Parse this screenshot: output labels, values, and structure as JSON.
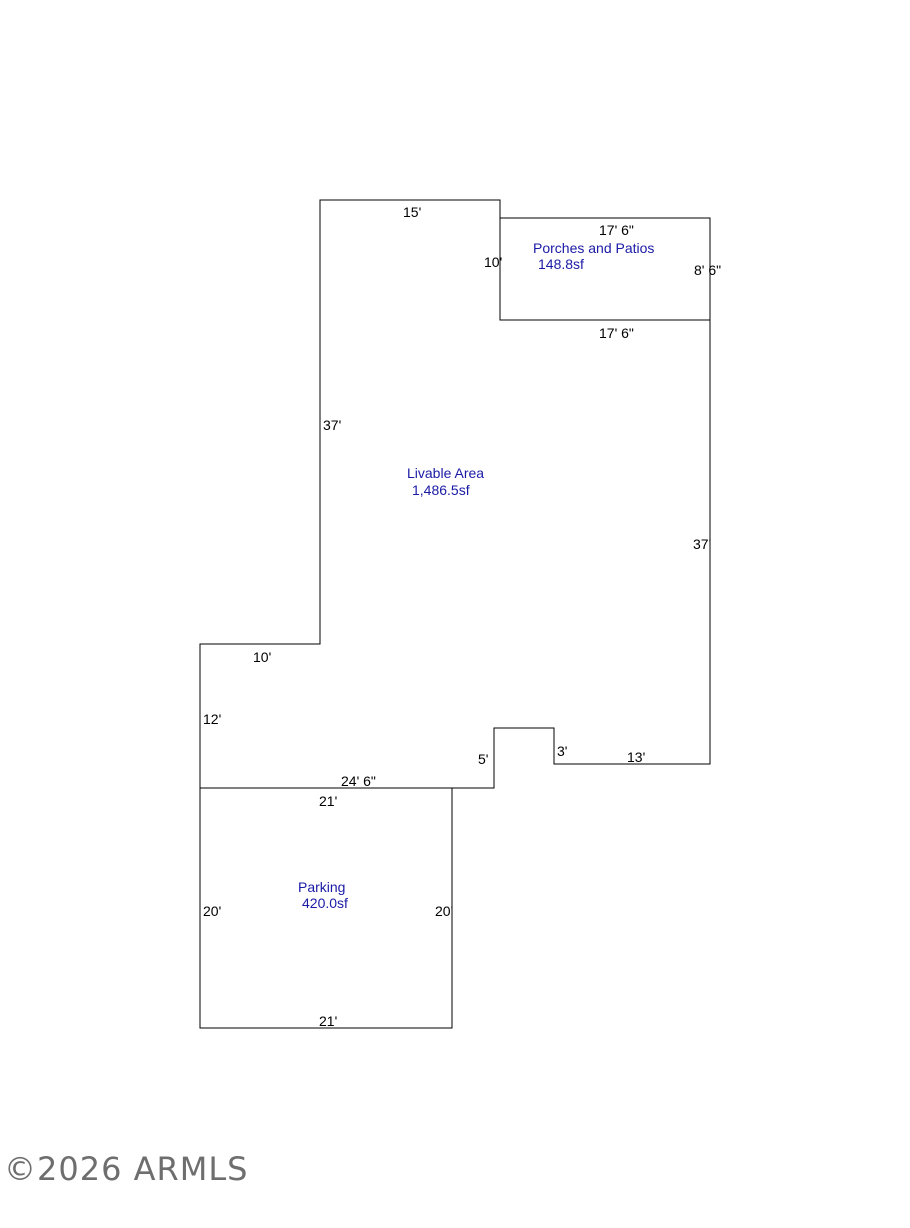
{
  "colors": {
    "outline": "#000000",
    "area_label": "#1a1aa6",
    "watermark": "#555555"
  },
  "areas": {
    "livable": {
      "name": "Livable Area",
      "size": "1,486.5sf"
    },
    "porch": {
      "name": "Porches and Patios",
      "size": "148.8sf"
    },
    "parking": {
      "name": "Parking",
      "size": "420.0sf"
    }
  },
  "dimensions": {
    "livable_top": "15'",
    "livable_left": "37'",
    "livable_right": "37'",
    "livable_step_top": "10'",
    "livable_step_left": "12'",
    "livable_bottom": "24' 6\"",
    "notch_left": "5'",
    "notch_right": "3'",
    "livable_bottom_right": "13'",
    "porch_top": "17' 6\"",
    "porch_bottom": "17' 6\"",
    "porch_left": "10'",
    "porch_right": "8' 6\"",
    "parking_top": "21'",
    "parking_bottom": "21'",
    "parking_left": "20'",
    "parking_right": "20'"
  },
  "watermark": "©2026 ARMLS"
}
